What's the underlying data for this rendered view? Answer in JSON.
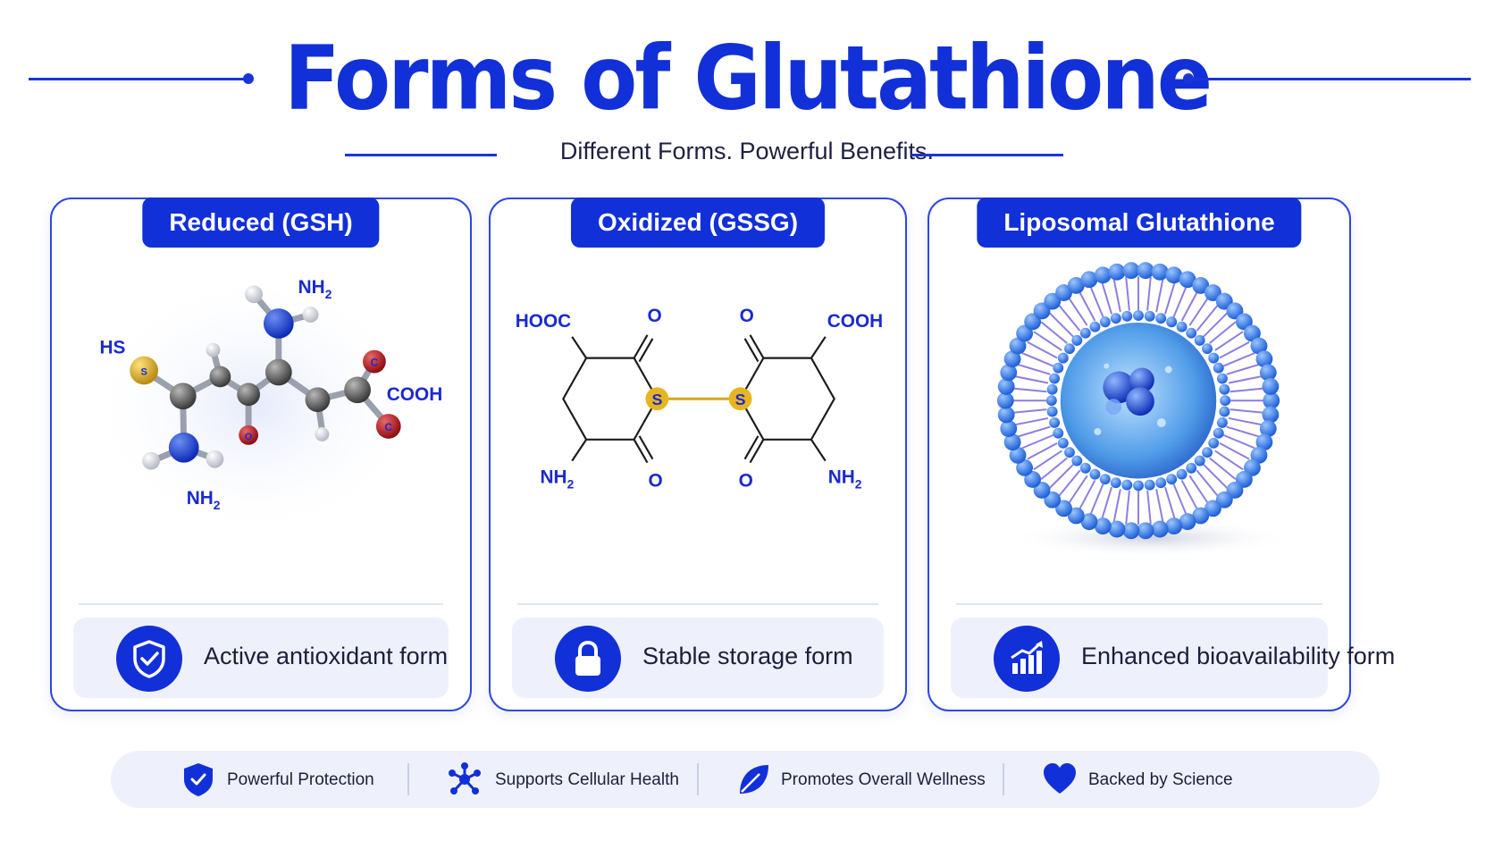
{
  "header": {
    "title": "Forms of Glutathione",
    "subtitle": "Different Forms. Powerful Benefits."
  },
  "cards": [
    {
      "title": "Reduced (GSH)",
      "feature": "Active antioxidant form",
      "feature_icon": "shield-check-icon",
      "molecule_labels": {
        "hs": "HS",
        "nh2_top": "NH",
        "nh2_bottom": "NH",
        "sub2": "2",
        "cooh": "COOH",
        "s": "S",
        "o": "O",
        "c": "C"
      }
    },
    {
      "title": "Oxidized (GSSG)",
      "feature": "Stable storage form",
      "feature_icon": "lock-icon",
      "structure_labels": {
        "hooc": "HOOC",
        "cooh": "COOH",
        "o": "O",
        "nh": "NH",
        "sub2": "2",
        "s": "S"
      }
    },
    {
      "title": "Liposomal Glutathione",
      "feature": "Enhanced bioavailability form",
      "feature_icon": "growth-chart-icon"
    }
  ],
  "footer": {
    "items": [
      {
        "icon": "shield-check-icon",
        "label": "Powerful Protection"
      },
      {
        "icon": "molecule-network-icon",
        "label": "Supports Cellular Health"
      },
      {
        "icon": "leaf-icon",
        "label": "Promotes Overall Wellness"
      },
      {
        "icon": "heart-icon",
        "label": "Backed by Science"
      }
    ]
  },
  "colors": {
    "brand_blue": "#1230d8",
    "card_border": "#2f47e0",
    "panel_bg": "#eef1fb",
    "sulfur": "#d8a61c",
    "oxygen": "#b3151d"
  }
}
